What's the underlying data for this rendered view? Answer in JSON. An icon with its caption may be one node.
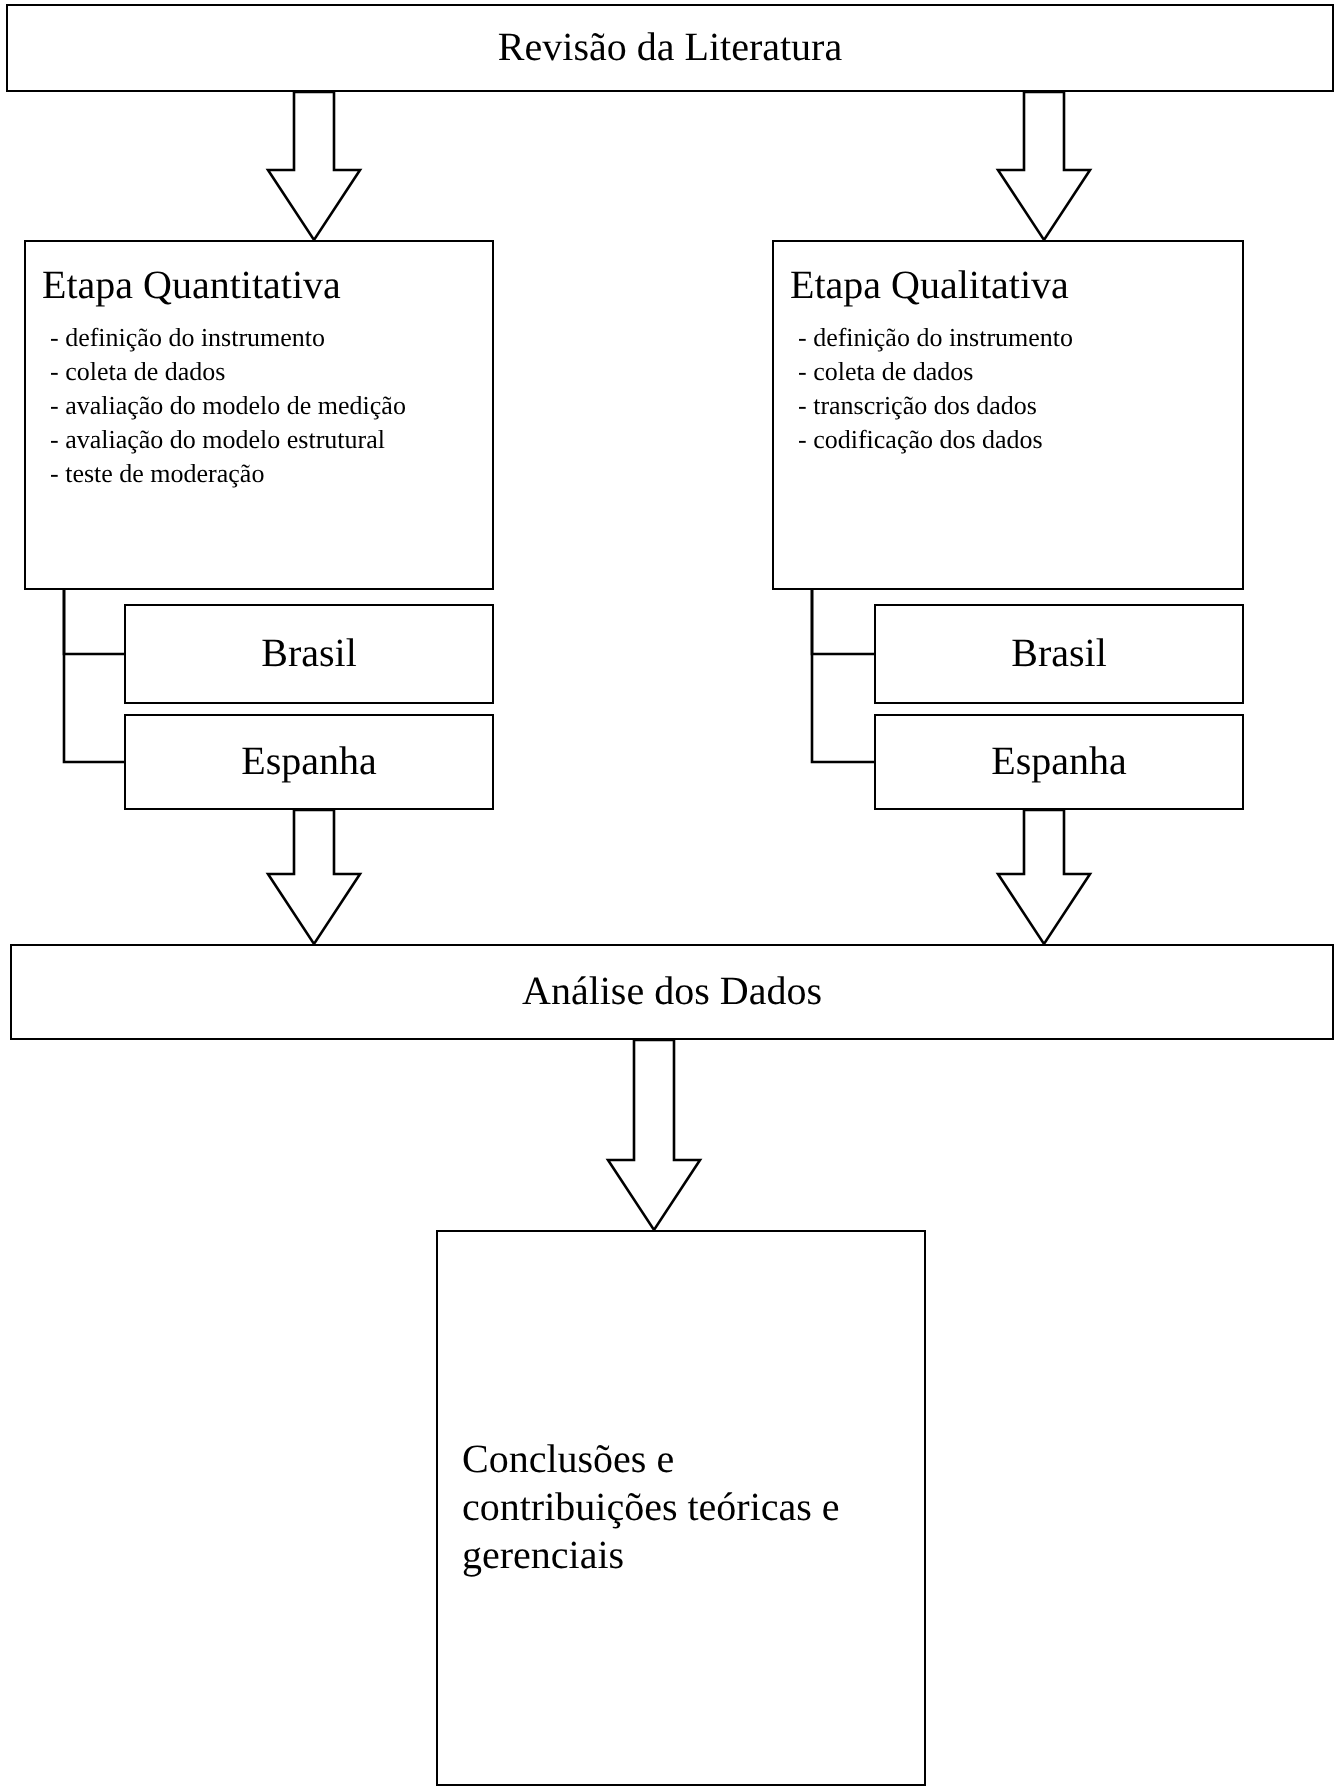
{
  "diagram": {
    "nodes": [
      {
        "text": [
          "Revisão da Literatura"
        ]
      },
      {
        "text": [
          "Etapa Quantitativa",
          "- definição do instrumento",
          "- coleta de dados",
          "- avaliação do modelo de medição",
          "- avaliação do modelo estrutural",
          "- teste de moderação"
        ]
      },
      {
        "text": [
          "Etapa Qualitativa",
          "- definição do instrumento",
          "- coleta de dados",
          "- transcrição dos dados",
          "- codificação dos dados"
        ]
      },
      {
        "text": [
          "Brasil"
        ]
      },
      {
        "text": [
          "Espanha"
        ]
      },
      {
        "text": [
          "Brasil"
        ]
      },
      {
        "text": [
          "Espanha"
        ]
      },
      {
        "text": [
          "Análise dos Dados"
        ]
      },
      {
        "text": [
          "Conclusões e contribuições teóricas e gerenciais"
        ]
      }
    ],
    "edges": [
      {
        "from": 0,
        "to": 1,
        "arrow": "to"
      },
      {
        "from": 0,
        "to": 2,
        "arrow": "to"
      },
      {
        "from": 1,
        "to": 3,
        "arrow": "none"
      },
      {
        "from": 1,
        "to": 4,
        "arrow": "none"
      },
      {
        "from": 2,
        "to": 5,
        "arrow": "none"
      },
      {
        "from": 2,
        "to": 6,
        "arrow": "none"
      },
      {
        "from": 4,
        "to": 7,
        "arrow": "to"
      },
      {
        "from": 6,
        "to": 7,
        "arrow": "to"
      },
      {
        "from": 7,
        "to": 8,
        "arrow": "to"
      }
    ]
  }
}
